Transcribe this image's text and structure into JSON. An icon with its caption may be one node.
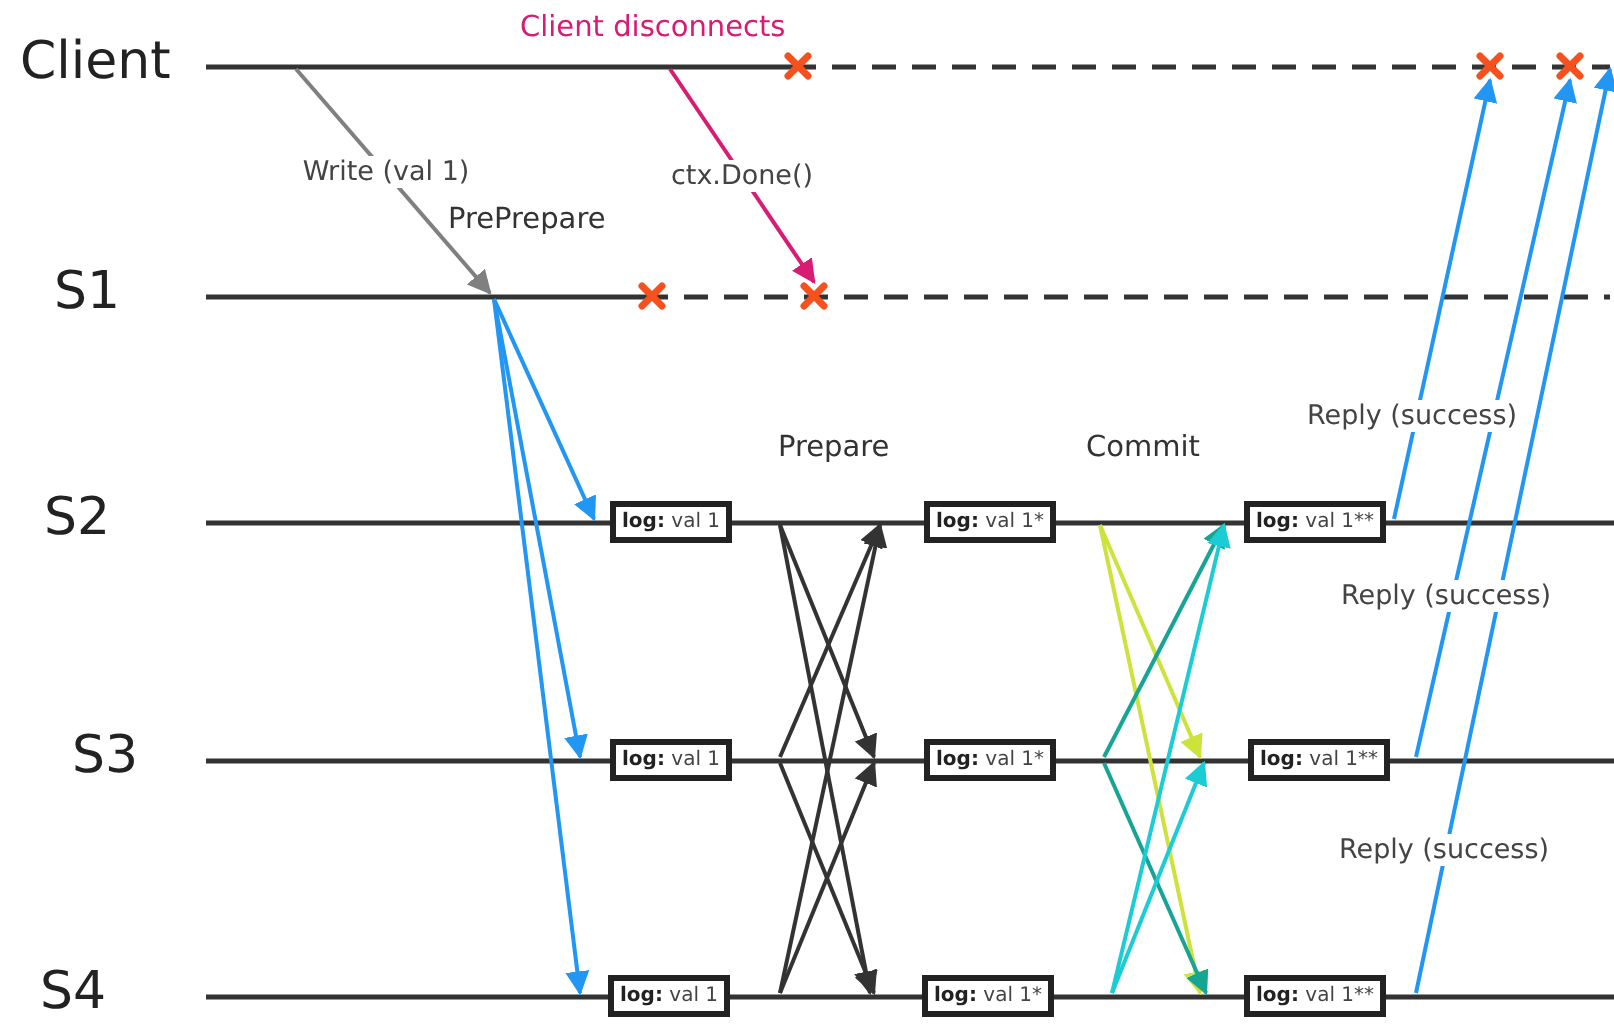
{
  "diagram": {
    "nodes": [
      {
        "text": [],
        "shape": "line",
        "beside": [
          "Client"
        ]
      },
      {
        "text": [],
        "shape": "line",
        "beside": [
          "S1"
        ]
      },
      {
        "text": [],
        "shape": "line",
        "beside": [
          "S2"
        ]
      },
      {
        "text": [],
        "shape": "line",
        "beside": [
          "S3"
        ]
      },
      {
        "text": [],
        "shape": "line",
        "beside": [
          "S4"
        ]
      },
      {
        "text": [
          "**log:** val 1"
        ]
      },
      {
        "text": [
          "**log:** val 1*"
        ]
      },
      {
        "text": [
          "**log:** val 1**"
        ]
      },
      {
        "text": [
          "**log:** val 1"
        ]
      },
      {
        "text": [
          "**log:** val 1*"
        ]
      },
      {
        "text": [
          "**log:** val 1**"
        ]
      },
      {
        "text": [
          "**log:** val 1"
        ]
      },
      {
        "text": [
          "**log:** val 1*"
        ]
      },
      {
        "text": [
          "**log:** val 1**"
        ]
      },
      {
        "text": [],
        "shape": "cross"
      },
      {
        "text": [],
        "shape": "cross"
      },
      {
        "text": [],
        "shape": "cross"
      },
      {
        "text": [],
        "shape": "cross"
      },
      {
        "text": [],
        "shape": "cross"
      }
    ],
    "edges": [
      {
        "from": 0,
        "to": 1,
        "arrow": "to",
        "label": "Write (val 1)",
        "color": "#808080"
      },
      {
        "from": 0,
        "to": 16,
        "arrow": "to",
        "label": "ctx.Done()",
        "color": "#d81b73"
      },
      {
        "from": 1,
        "to": 2,
        "arrow": "to"
      },
      {
        "from": 1,
        "to": 3,
        "arrow": "to"
      },
      {
        "from": 1,
        "to": 4,
        "arrow": "to"
      },
      {
        "from": 2,
        "to": 3,
        "arrow": "to",
        "color": "#333333"
      },
      {
        "from": 2,
        "to": 4,
        "arrow": "to",
        "color": "#333333"
      },
      {
        "from": 3,
        "to": 2,
        "arrow": "to",
        "color": "#333333"
      },
      {
        "from": 3,
        "to": 4,
        "arrow": "to",
        "color": "#333333"
      },
      {
        "from": 4,
        "to": 2,
        "arrow": "to",
        "color": "#333333"
      },
      {
        "from": 4,
        "to": 3,
        "arrow": "to",
        "color": "#333333"
      },
      {
        "from": 2,
        "to": 3,
        "arrow": "to",
        "color": "#cde23a"
      },
      {
        "from": 2,
        "to": 4,
        "arrow": "to",
        "color": "#cde23a"
      },
      {
        "from": 3,
        "to": 2,
        "arrow": "to",
        "color": "#16a594"
      },
      {
        "from": 3,
        "to": 4,
        "arrow": "to",
        "color": "#16a594"
      },
      {
        "from": 4,
        "to": 2,
        "arrow": "to",
        "color": "#1cccd4"
      },
      {
        "from": 4,
        "to": 3,
        "arrow": "to",
        "color": "#1cccd4"
      },
      {
        "from": 2,
        "to": 17,
        "arrow": "to",
        "label": "Reply (success)"
      },
      {
        "from": 3,
        "to": 18,
        "arrow": "to",
        "label": "Reply (success)"
      },
      {
        "from": 4,
        "to": 0,
        "arrow": "to",
        "label": "Reply (success)"
      }
    ],
    "labels": [
      "Client disconnects",
      "PrePrepare",
      "Prepare",
      "Commit"
    ]
  }
}
